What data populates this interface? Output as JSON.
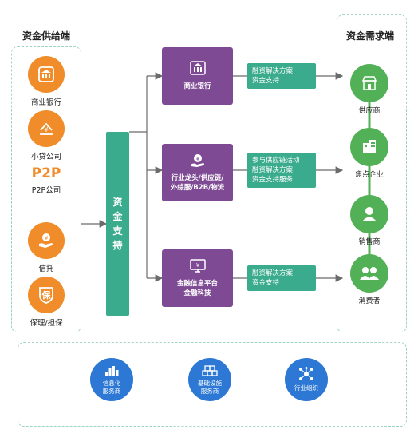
{
  "left": {
    "title": "资金供给端",
    "items": [
      {
        "label": "商业银行",
        "icon": "bank-icon"
      },
      {
        "label": "小贷公司",
        "icon": "yuan-hand-icon"
      },
      {
        "label": "P2P公司",
        "badge": "P2P",
        "icon": "p2p-text"
      },
      {
        "label": "信托",
        "icon": "yuan-hand-coin-icon"
      },
      {
        "label": "保理/担保",
        "badge": "保",
        "icon": "shield-icon"
      }
    ]
  },
  "support": {
    "chars": [
      "资",
      "金",
      "支",
      "持"
    ]
  },
  "middle": [
    {
      "lines": [
        "商业银行"
      ],
      "icon": "bank-icon"
    },
    {
      "lines": [
        "行业龙头/供应链/",
        "外综服/B2B/物流"
      ],
      "icon": "yuan-hand-icon"
    },
    {
      "lines": [
        "金融信息平台",
        "金融科技"
      ],
      "icon": "monitor-yuan-icon"
    }
  ],
  "solutions": [
    {
      "lines": [
        "融资解决方案",
        "资金支持"
      ]
    },
    {
      "lines": [
        "参与供应链活动",
        "融资解决方案",
        "资金支持服务"
      ]
    },
    {
      "lines": [
        "融资解决方案",
        "资金支持"
      ]
    }
  ],
  "right": {
    "title": "资金需求端",
    "items": [
      {
        "label": "供应商",
        "icon": "shop-icon"
      },
      {
        "label": "焦点企业",
        "icon": "building-icon"
      },
      {
        "label": "销售商",
        "icon": "person-icon"
      },
      {
        "label": "消费者",
        "icon": "people-icon"
      }
    ]
  },
  "bottom": [
    {
      "lines": [
        "信息化",
        "服务商"
      ],
      "icon": "bar-chart-icon"
    },
    {
      "lines": [
        "基础设施",
        "服务商"
      ],
      "icon": "cubes-icon"
    },
    {
      "lines": [
        "行业组织"
      ],
      "icon": "network-icon"
    }
  ],
  "colors": {
    "orange": "#f08c2a",
    "green": "#52b056",
    "purple": "#7e4a93",
    "teal": "#3aab8d",
    "blue": "#2c78d4",
    "dash": "#9fd3c6"
  }
}
